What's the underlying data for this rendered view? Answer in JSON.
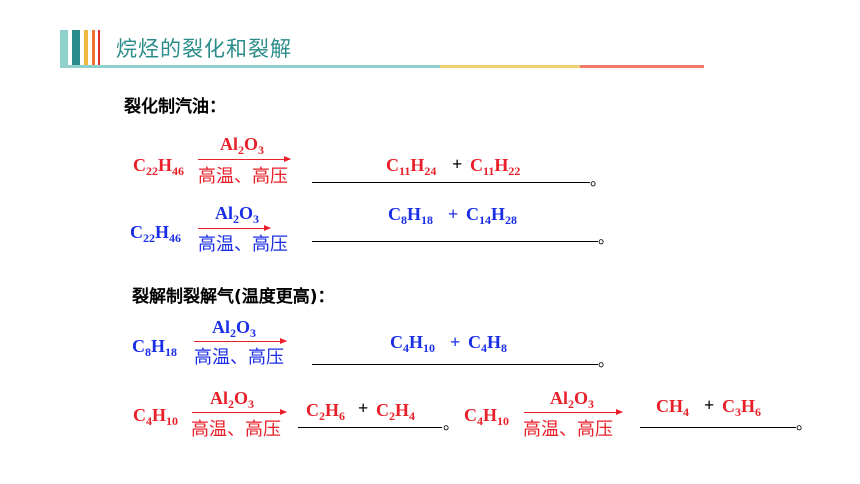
{
  "header": {
    "title": "烷烃的裂化和裂解"
  },
  "sections": {
    "cracking": "裂化制汽油：",
    "pyrolysis": "裂解制裂解气(温度更高)："
  },
  "catalyst": {
    "main": "Al",
    "sub1": "2",
    "mid": "O",
    "sub2": "3"
  },
  "condition": "高温、高压",
  "period": "。",
  "plus": "+",
  "r1": {
    "reactant": {
      "el": "C",
      "a": "22",
      "el2": "H",
      "b": "46"
    },
    "p1": {
      "el": "C",
      "a": "11",
      "el2": "H",
      "b": "24"
    },
    "p2": {
      "el": "C",
      "a": "11",
      "el2": "H",
      "b": "22"
    }
  },
  "r2": {
    "reactant": {
      "el": "C",
      "a": "22",
      "el2": "H",
      "b": "46"
    },
    "p1": {
      "el": "C",
      "a": "8",
      "el2": "H",
      "b": "18"
    },
    "p2": {
      "el": "C",
      "a": "14",
      "el2": "H",
      "b": "28"
    }
  },
  "r3": {
    "reactant": {
      "el": "C",
      "a": "8",
      "el2": "H",
      "b": "18"
    },
    "p1": {
      "el": "C",
      "a": "4",
      "el2": "H",
      "b": "10"
    },
    "p2": {
      "el": "C",
      "a": "4",
      "el2": "H",
      "b": "8"
    }
  },
  "r4": {
    "reactant": {
      "el": "C",
      "a": "4",
      "el2": "H",
      "b": "10"
    },
    "p1": {
      "el": "C",
      "a": "2",
      "el2": "H",
      "b": "6"
    },
    "p2": {
      "el": "C",
      "a": "2",
      "el2": "H",
      "b": "4"
    }
  },
  "r5": {
    "reactant": {
      "el": "C",
      "a": "4",
      "el2": "H",
      "b": "10"
    },
    "p1": {
      "el": "CH",
      "b": "4"
    },
    "p2": {
      "el": "C",
      "a": "3",
      "el2": "H",
      "b": "6"
    }
  },
  "colors": {
    "accent_teal": "#2a8c8a",
    "red": "#e8202a",
    "blue": "#1a2ee6"
  }
}
